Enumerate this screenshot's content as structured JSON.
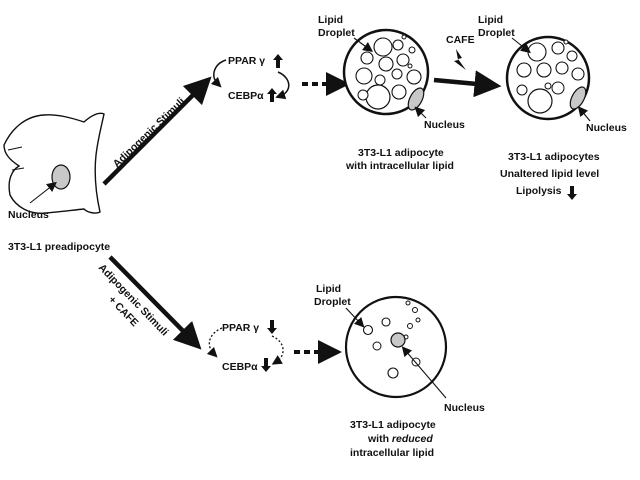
{
  "colors": {
    "ink": "#111111",
    "nucleus_fill": "#c8c8c8",
    "paper": "#ffffff"
  },
  "labels": {
    "nucleus_pre": "Nucleus",
    "preadipocyte": "3T3-L1 preadipocyte",
    "stim_top": "Adipogenic Stimuli",
    "stim_bottom_1": "Adipogenic Stimuli",
    "stim_bottom_2": "+ CAFE",
    "ppar_top": "PPAR γ",
    "cebp_top": "CEBPα",
    "ppar_bottom": "PPAR γ",
    "cebp_bottom": "CEBPα",
    "lipid1_a": "Lipid",
    "lipid1_b": "Droplet",
    "nucleus1": "Nucleus",
    "adipocyte1_a": "3T3-L1 adipocyte",
    "adipocyte1_b": "with intracellular lipid",
    "cafe": "CAFE",
    "lipid2_a": "Lipid",
    "lipid2_b": "Droplet",
    "nucleus2": "Nucleus",
    "adipocyte2_a": "3T3-L1 adipocytes",
    "adipocyte2_b": "Unaltered lipid level",
    "adipocyte2_c": "Lipolysis",
    "lipid3_a": "Lipid",
    "lipid3_b": "Droplet",
    "nucleus3": "Nucleus",
    "adipocyte3_a": "3T3-L1 adipocyte",
    "adipocyte3_b_1": "with ",
    "adipocyte3_b_2": "reduced",
    "adipocyte3_c": "intracellular lipid"
  }
}
